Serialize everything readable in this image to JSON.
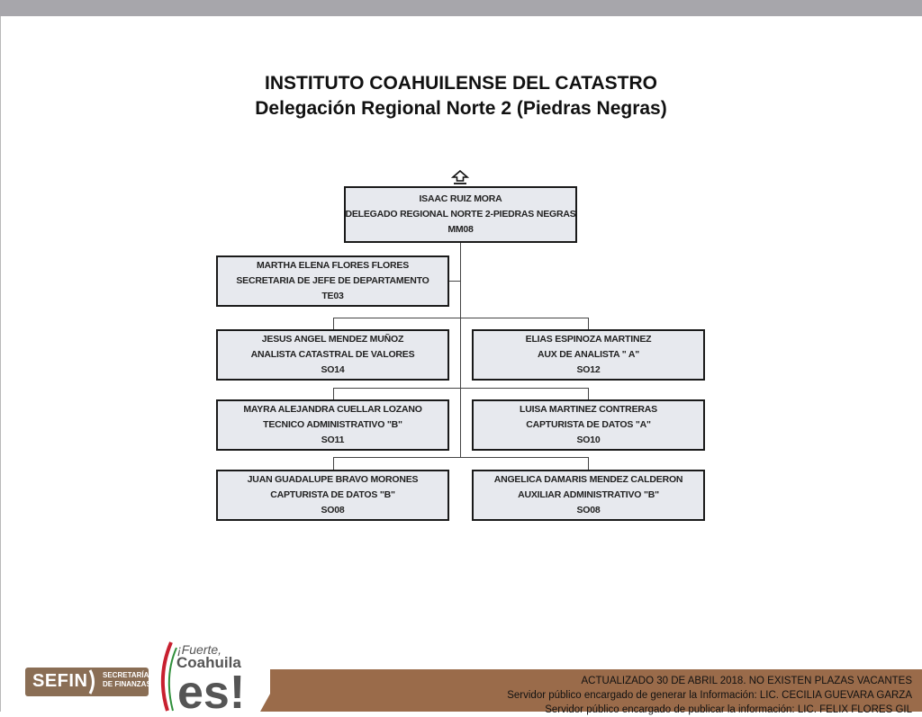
{
  "title": {
    "line1": "INSTITUTO COAHUILENSE DEL CATASTRO",
    "line2": "Delegación Regional Norte 2 (Piedras Negras)"
  },
  "org": {
    "head": {
      "name": "ISAAC RUIZ MORA",
      "position": "DELEGADO REGIONAL NORTE 2-PIEDRAS NEGRAS",
      "code": "MM08"
    },
    "assistant": {
      "name": "MARTHA ELENA FLORES FLORES",
      "position": "SECRETARIA DE JEFE DE DEPARTAMENTO",
      "code": "TE03"
    },
    "staff": [
      {
        "name": "JESUS ANGEL MENDEZ MUÑOZ",
        "position": "ANALISTA CATASTRAL DE VALORES",
        "code": "SO14"
      },
      {
        "name": "ELIAS ESPINOZA MARTINEZ",
        "position": "AUX DE ANALISTA \" A\"",
        "code": "SO12"
      },
      {
        "name": "MAYRA ALEJANDRA CUELLAR LOZANO",
        "position": "TECNICO ADMINISTRATIVO \"B\"",
        "code": "SO11"
      },
      {
        "name": "LUISA MARTINEZ CONTRERAS",
        "position": "CAPTURISTA DE DATOS  \"A\"",
        "code": "SO10"
      },
      {
        "name": "JUAN GUADALUPE BRAVO MORONES",
        "position": "CAPTURISTA DE DATOS  \"B\"",
        "code": "SO08"
      },
      {
        "name": "ANGELICA DAMARIS MENDEZ CALDERON",
        "position": "AUXILIAR ADMINISTRATIVO \"B\"",
        "code": "SO08"
      }
    ]
  },
  "footer": {
    "line1": "ACTUALIZADO  30 DE ABRIL 2018.  NO EXISTEN PLAZAS VACANTES",
    "line2": "Servidor público encargado de generar la Información: LIC. CECILIA GUEVARA GARZA",
    "line3": "Servidor público encargado de publicar la información: LIC. FELIX FLORES GIL"
  },
  "logos": {
    "sefin": {
      "word": "SEFIN",
      "sub1": "SECRETARÍA",
      "sub2": "DE FINANZAS"
    },
    "coahuila": {
      "slogan1": "¡Fuerte,",
      "slogan2": "Coahuila",
      "word": "es!"
    }
  },
  "colors": {
    "box_fill": "#e7e9ee",
    "footer_brown": "#9a6b4a",
    "sefin_brown": "#8a6e55",
    "coahuila_red": "#c8202f",
    "coahuila_green": "#2f8f3a",
    "topbar_gray": "#a7a6ab"
  },
  "icons": [
    "up-arrow-icon"
  ]
}
